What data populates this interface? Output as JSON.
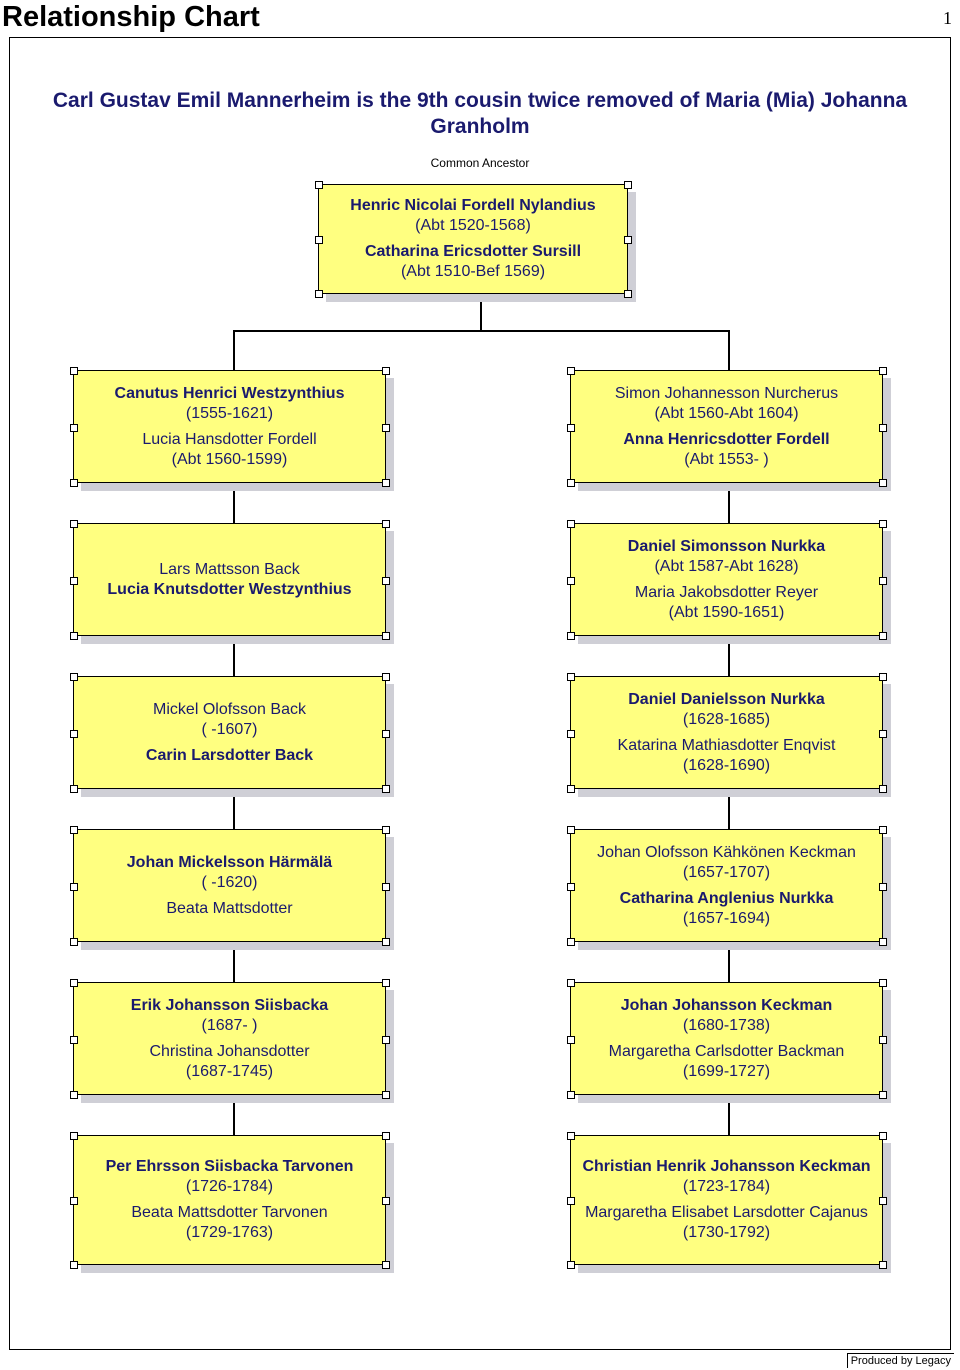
{
  "header": {
    "title": "Relationship Chart",
    "page_number": "1"
  },
  "heading": "Carl Gustav Emil Mannerheim is the 9th cousin twice removed of Maria (Mia) Johanna Granholm",
  "common_ancestor_label": "Common Ancestor",
  "ancestor": {
    "lines": [
      {
        "text": "Henric Nicolai Fordell Nylandius",
        "bold": true
      },
      {
        "text": "(Abt 1520-1568)",
        "bold": false
      },
      {
        "text": "Catharina Ericsdotter Sursill",
        "bold": true
      },
      {
        "text": "(Abt 1510-Bef 1569)",
        "bold": false
      }
    ]
  },
  "left_column": [
    {
      "lines": [
        {
          "text": "Canutus Henrici Westzynthius",
          "bold": true
        },
        {
          "text": "(1555-1621)",
          "bold": false
        },
        {
          "text": "Lucia Hansdotter Fordell",
          "bold": false
        },
        {
          "text": "(Abt 1560-1599)",
          "bold": false
        }
      ]
    },
    {
      "lines": [
        {
          "text": "Lars Mattsson Back",
          "bold": false
        },
        {
          "text": "Lucia Knutsdotter Westzynthius",
          "bold": true
        }
      ]
    },
    {
      "lines": [
        {
          "text": "Mickel Olofsson Back",
          "bold": false
        },
        {
          "text": "(            -1607)",
          "bold": false
        },
        {
          "text": "Carin Larsdotter Back",
          "bold": true
        }
      ]
    },
    {
      "lines": [
        {
          "text": "Johan Mickelsson Härmälä",
          "bold": true
        },
        {
          "text": "(            -1620)",
          "bold": false
        },
        {
          "text": "Beata Mattsdotter",
          "bold": false
        }
      ]
    },
    {
      "lines": [
        {
          "text": "Erik Johansson Siisbacka",
          "bold": true
        },
        {
          "text": "(1687-            )",
          "bold": false
        },
        {
          "text": "Christina Johansdotter",
          "bold": false
        },
        {
          "text": "(1687-1745)",
          "bold": false
        }
      ]
    },
    {
      "lines": [
        {
          "text": "Per Ehrsson Siisbacka Tarvonen",
          "bold": true
        },
        {
          "text": "(1726-1784)",
          "bold": false
        },
        {
          "text": "Beata Mattsdotter Tarvonen",
          "bold": false
        },
        {
          "text": "(1729-1763)",
          "bold": false
        }
      ]
    }
  ],
  "right_column": [
    {
      "lines": [
        {
          "text": "Simon Johannesson Nurcherus",
          "bold": false
        },
        {
          "text": "(Abt 1560-Abt 1604)",
          "bold": false
        },
        {
          "text": "Anna Henricsdotter Fordell",
          "bold": true
        },
        {
          "text": "(Abt 1553-            )",
          "bold": false
        }
      ]
    },
    {
      "lines": [
        {
          "text": "Daniel Simonsson Nurkka",
          "bold": true
        },
        {
          "text": "(Abt 1587-Abt 1628)",
          "bold": false
        },
        {
          "text": "Maria Jakobsdotter Reyer",
          "bold": false
        },
        {
          "text": "(Abt 1590-1651)",
          "bold": false
        }
      ]
    },
    {
      "lines": [
        {
          "text": "Daniel Danielsson Nurkka",
          "bold": true
        },
        {
          "text": "(1628-1685)",
          "bold": false
        },
        {
          "text": "Katarina Mathiasdotter Enqvist",
          "bold": false
        },
        {
          "text": "(1628-1690)",
          "bold": false
        }
      ]
    },
    {
      "lines": [
        {
          "text": "Johan Olofsson Kähkönen Keckman",
          "bold": false
        },
        {
          "text": "(1657-1707)",
          "bold": false
        },
        {
          "text": "Catharina Anglenius Nurkka",
          "bold": true
        },
        {
          "text": "(1657-1694)",
          "bold": false
        }
      ]
    },
    {
      "lines": [
        {
          "text": "Johan Johansson Keckman",
          "bold": true
        },
        {
          "text": "(1680-1738)",
          "bold": false
        },
        {
          "text": "Margaretha Carlsdotter Backman",
          "bold": false
        },
        {
          "text": "(1699-1727)",
          "bold": false
        }
      ]
    },
    {
      "lines": [
        {
          "text": "Christian Henrik Johansson Keckman",
          "bold": true
        },
        {
          "text": "(1723-1784)",
          "bold": false
        },
        {
          "text": "Margaretha Elisabet Larsdotter Cajanus",
          "bold": false
        },
        {
          "text": "(1730-1792)",
          "bold": false
        }
      ]
    }
  ],
  "footer": "Produced by Legacy"
}
